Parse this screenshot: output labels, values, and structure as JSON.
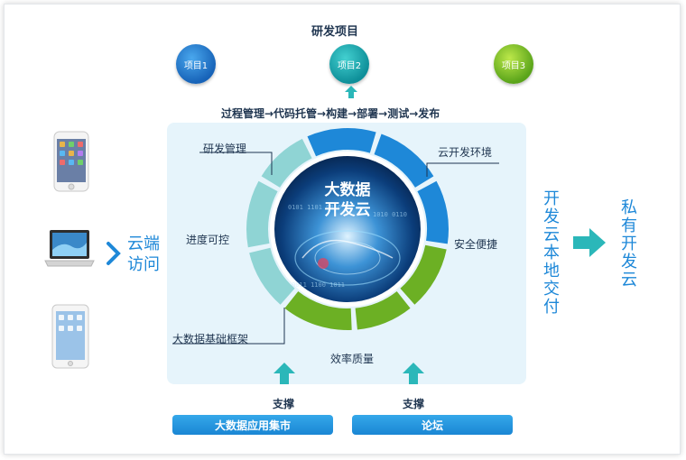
{
  "title": "研发项目",
  "projects": [
    "项目1",
    "项目2",
    "项目3"
  ],
  "process": "过程管理→代码托管→构建→部署→测试→发布",
  "ring_labels": {
    "rd_mgmt": "研发管理",
    "cloud_env": "云开发环境",
    "progress": "进度可控",
    "security": "安全便捷",
    "bigdata_frame": "大数据基础框架",
    "efficiency": "效率质量"
  },
  "center_text": [
    "大数据",
    "开发云"
  ],
  "cloud_access": [
    "云端",
    "访问"
  ],
  "local_delivery": "开发云本地交付",
  "private_cloud": "私有开发云",
  "supports": [
    "支撑",
    "支撑"
  ],
  "buttons": [
    "大数据应用集市",
    "论坛"
  ],
  "colors": {
    "blue": "#1e88d8",
    "teal": "#2bb7b9",
    "light_teal": "#8fd4d4",
    "green": "#6cb024",
    "panel": "#e6f4fb"
  }
}
